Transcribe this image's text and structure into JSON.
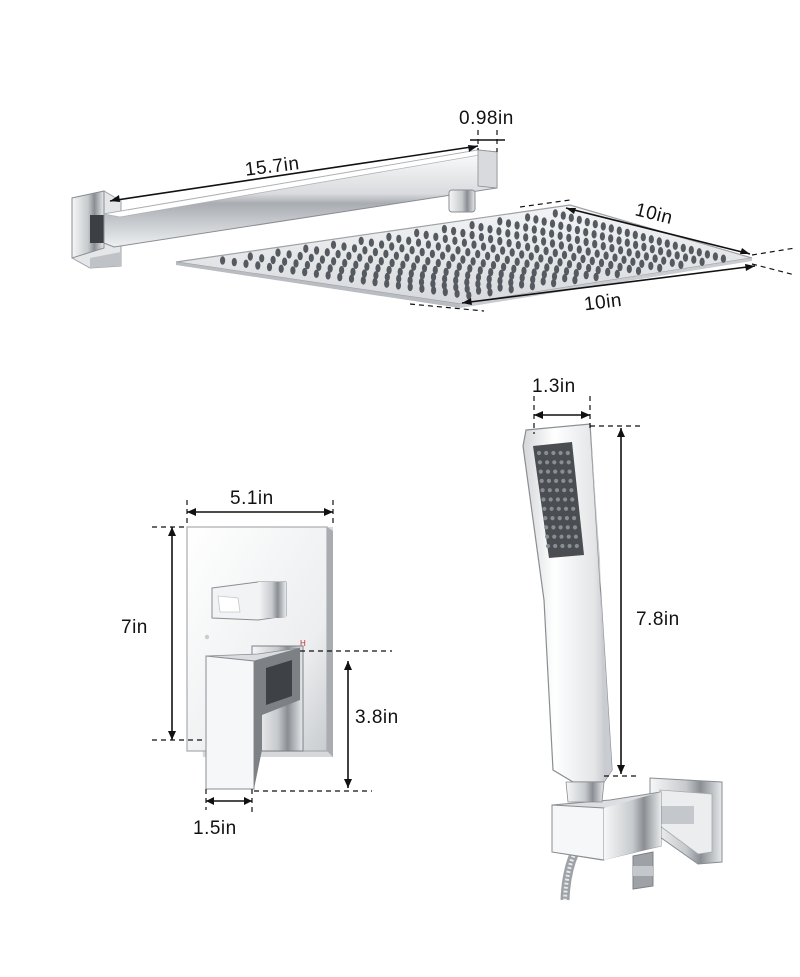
{
  "rain_shower": {
    "arm_length": "15.7in",
    "arm_thickness": "0.98in",
    "head_depth": "10in",
    "head_width": "10in"
  },
  "mixer_valve": {
    "plate_width": "5.1in",
    "plate_height": "7in",
    "handle_height": "3.8in",
    "handle_depth": "1.5in"
  },
  "hand_shower": {
    "head_width": "1.3in",
    "length": "7.8in"
  },
  "colors": {
    "chrome_light": "#f4f5f6",
    "chrome_dark": "#7d8085",
    "nozzle": "#555a60"
  }
}
